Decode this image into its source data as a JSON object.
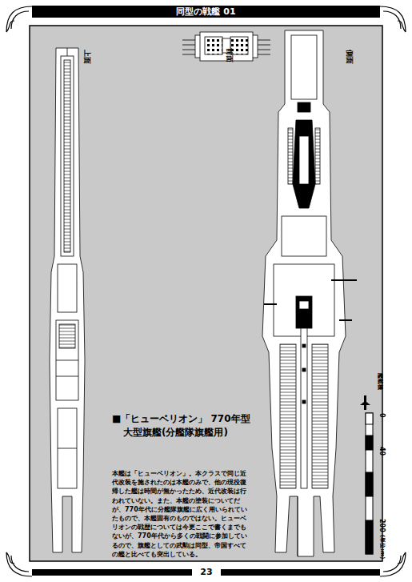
{
  "diagram": {
    "title": "同型の戦艦 01",
    "caption": "■「ヒューベリオン」 770年型 大型旗艦(分艦隊旗艦用)",
    "labels": [
      "上面",
      "前面",
      "側面",
      "艦載機",
      "0",
      "40",
      "200",
      "(単位:m)",
      "本艦は「ヒューベリオン」。本クラスで同じ近代改装を施されたのは本艦のみで、他の現役復帰した艦は時間が無かったため、近代改装は行われていない。また、本艦の塗装についてだが、770年代に分艦隊旗艦に広く用いられていたもので、本艦固有のものではない。ヒューベリオンの戦歴については今更ここで書くまでもないが、770年代から多くの戦闘に参加しているので、旗艦としての武勲は同型、帝国すべての艦と比べても突出している。",
      "23"
    ]
  }
}
